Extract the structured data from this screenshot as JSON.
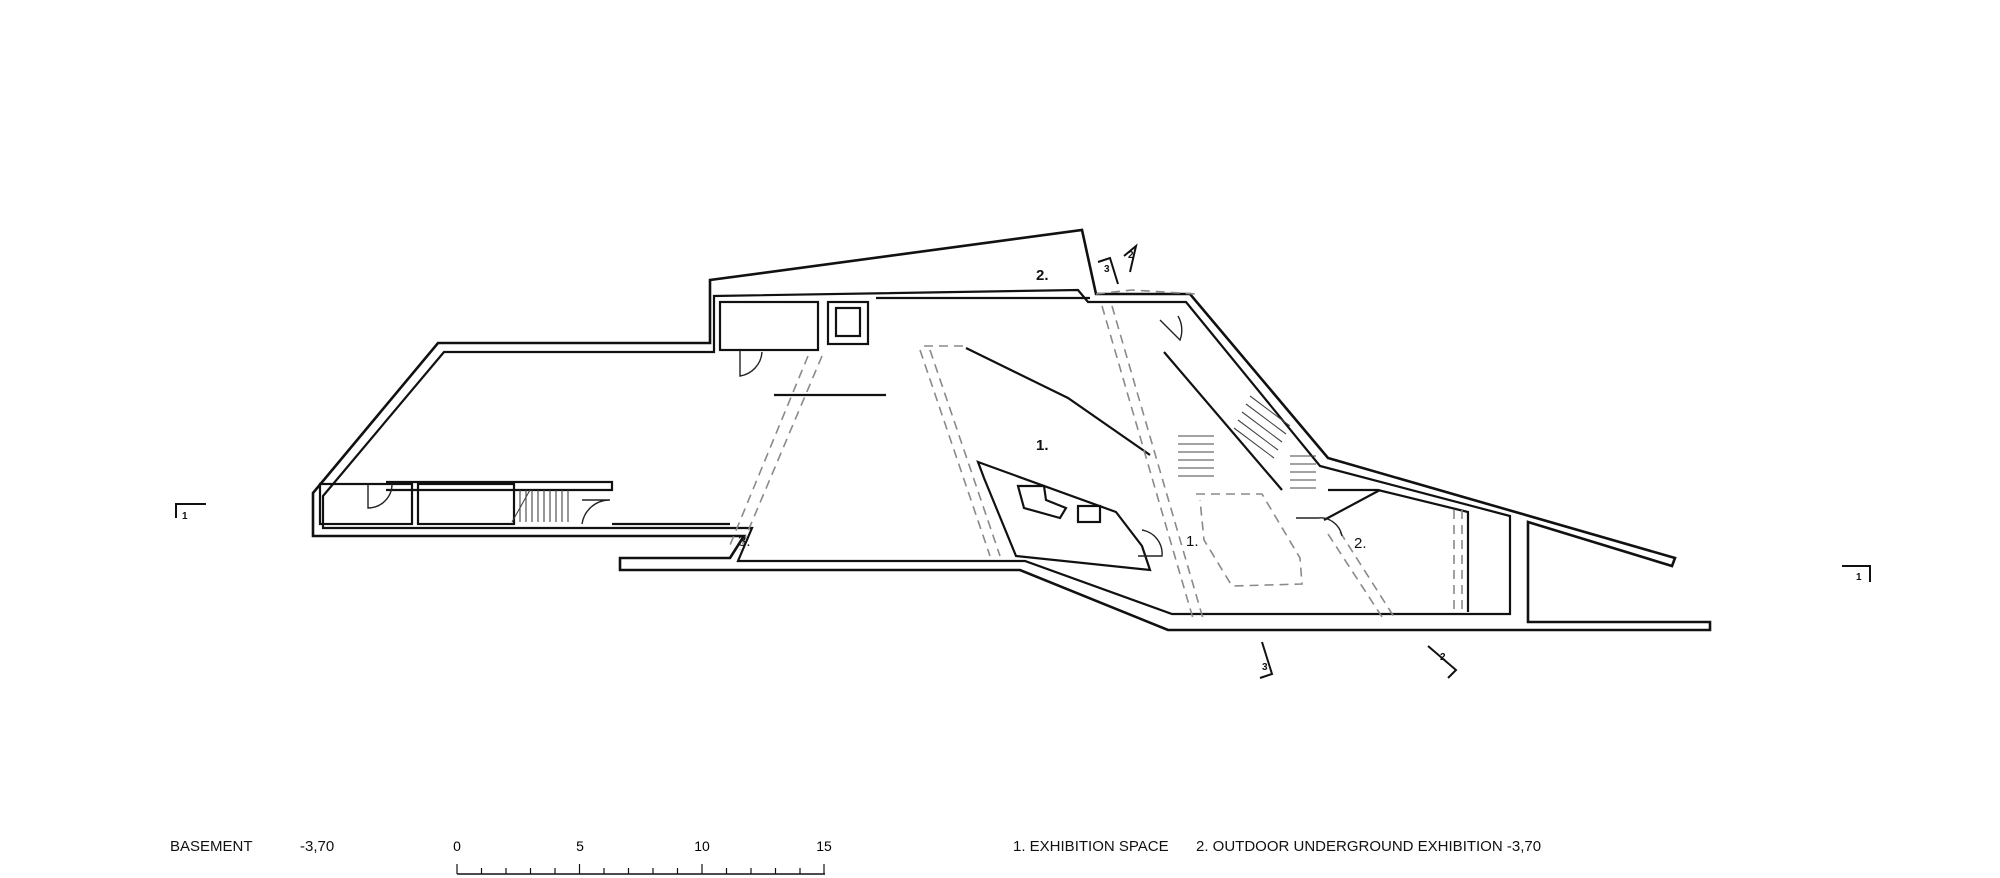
{
  "room_labels": {
    "main_exhibition": "1.",
    "upper_outdoor": "2.",
    "right_exhibition": "1.",
    "right_outdoor": "2.",
    "stair_room": "3."
  },
  "section_marks": {
    "left_1": "1",
    "right_1": "1",
    "top_2": "2",
    "top_3": "3",
    "bottom_3": "3",
    "bottom_2": "2"
  },
  "footer": {
    "level_name": "BASEMENT",
    "level_value": "-3,70",
    "legend_1": "1. EXHIBITION SPACE",
    "legend_2": "2. OUTDOOR  UNDERGROUND EXHIBITION -3,70"
  },
  "scale_bar": {
    "ticks": [
      "0",
      "5",
      "10",
      "15"
    ]
  }
}
